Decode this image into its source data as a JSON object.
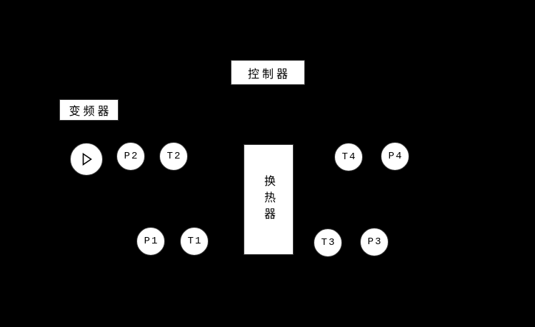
{
  "colors": {
    "background": "#000000",
    "shape_fill": "#ffffff",
    "shape_border": "#3a3a3a",
    "text": "#000000"
  },
  "diagram": {
    "controller": {
      "label": "控制器"
    },
    "inverter": {
      "label": "变频器"
    },
    "heat_exchanger": {
      "label": "换热器"
    },
    "pump": {
      "icon": "play-triangle"
    },
    "sensors": {
      "p2": {
        "label": "P2"
      },
      "t2": {
        "label": "T2"
      },
      "t4": {
        "label": "T4"
      },
      "p4": {
        "label": "P4"
      },
      "p1": {
        "label": "P1"
      },
      "t1": {
        "label": "T1"
      },
      "t3": {
        "label": "T3"
      },
      "p3": {
        "label": "P3"
      }
    }
  }
}
